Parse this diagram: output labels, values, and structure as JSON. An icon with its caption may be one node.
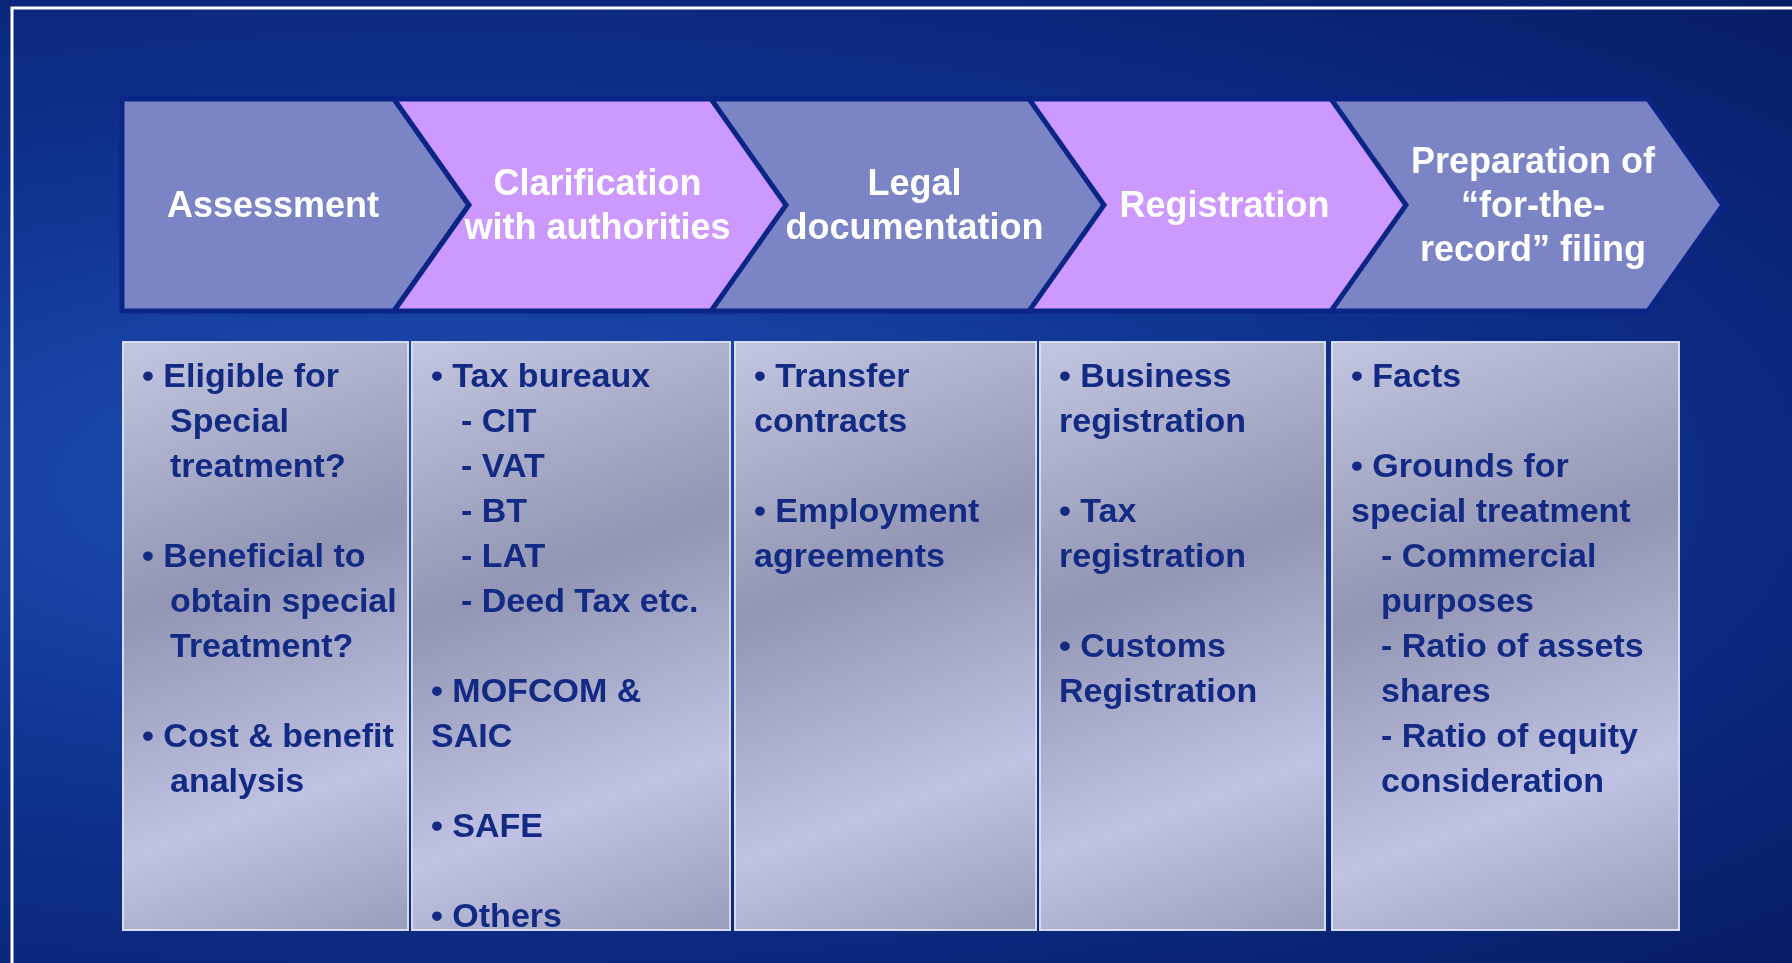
{
  "diagram": {
    "nodes": [
      {
        "text": [
          "Assessment"
        ]
      },
      {
        "text": [
          "Clarification with authorities"
        ]
      },
      {
        "text": [
          "Legal documentation"
        ]
      },
      {
        "text": [
          "Registration"
        ]
      },
      {
        "text": [
          "Preparation of “for-the-record” filing"
        ]
      },
      {
        "text": [
          "• Eligible for Special treatment?",
          "• Beneficial to obtain special Treatment?",
          "• Cost & benefit analysis"
        ]
      },
      {
        "text": [
          "• Tax bureaux",
          "- CIT",
          "- VAT",
          "- BT",
          "- LAT",
          "- Deed Tax etc.",
          "• MOFCOM & SAIC",
          "• SAFE",
          "• Others"
        ]
      },
      {
        "text": [
          "• Transfer contracts",
          "• Employment agreements"
        ]
      },
      {
        "text": [
          "• Business registration",
          "• Tax registration",
          "• Customs Registration"
        ]
      },
      {
        "text": [
          "• Facts",
          "• Grounds for special treatment",
          "- Commercial purposes",
          "- Ratio of assets shares",
          "- Ratio of equity consideration"
        ]
      }
    ]
  }
}
